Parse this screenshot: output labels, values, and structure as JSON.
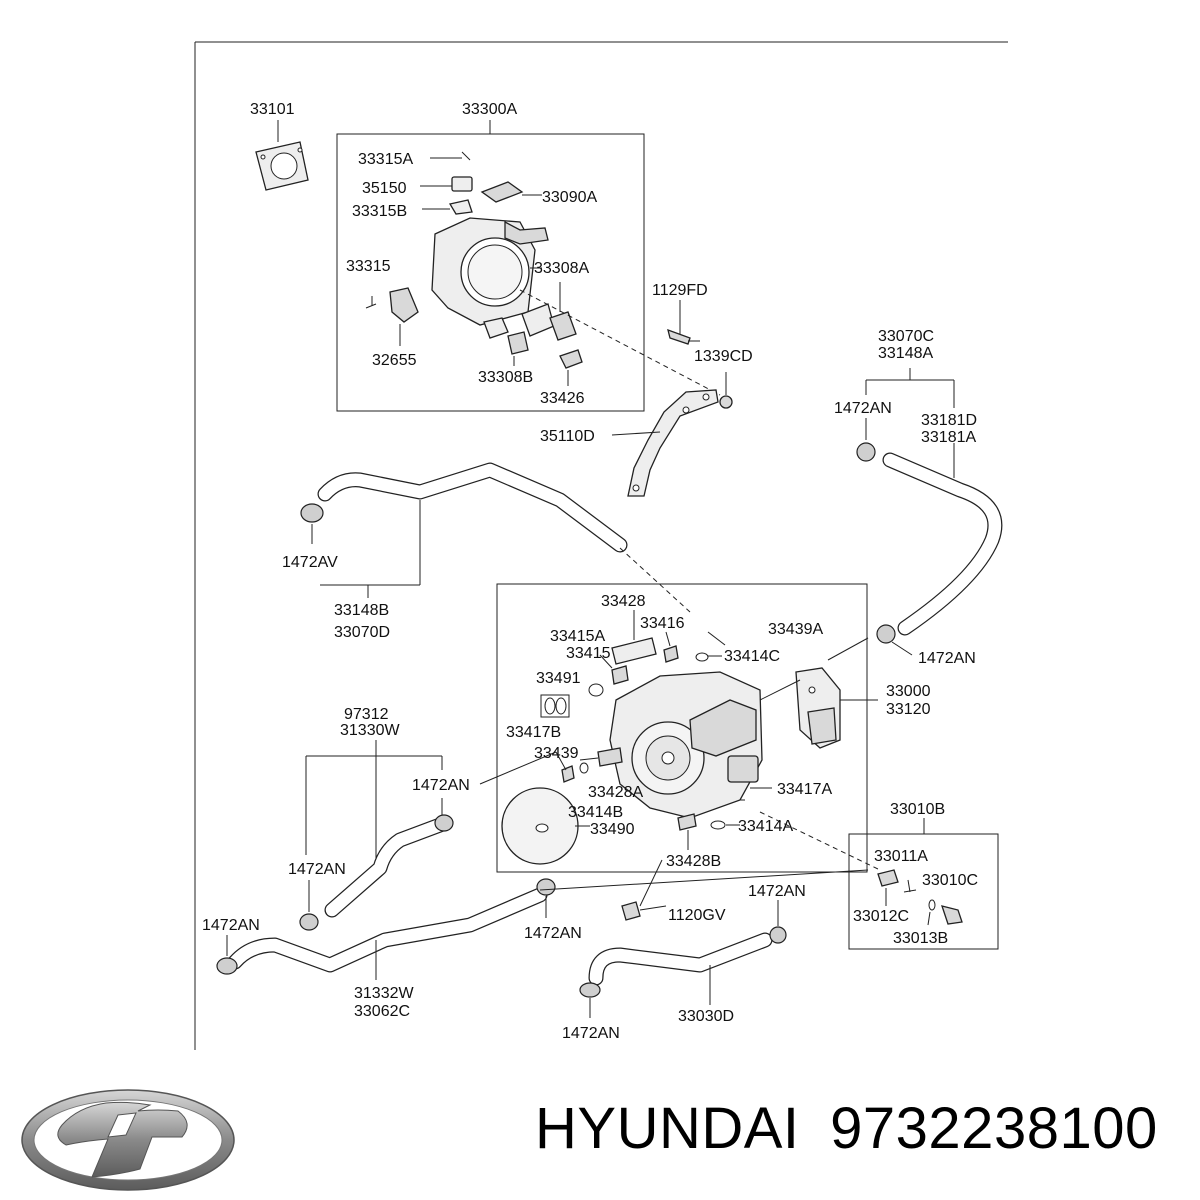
{
  "labels": {
    "p33101": "33101",
    "p33300A": "33300A",
    "p33315A": "33315A",
    "p35150": "35150",
    "p33090A": "33090A",
    "p33315B": "33315B",
    "p33315": "33315",
    "p33308A": "33308A",
    "p32655": "32655",
    "p33308B": "33308B",
    "p33426": "33426",
    "p1129FD": "1129FD",
    "p1339CD": "1339CD",
    "p35110D": "35110D",
    "p33070C": "33070C",
    "p33148A": "33148A",
    "p1472AN_a": "1472AN",
    "p33181D": "33181D",
    "p33181A": "33181A",
    "p1472AV": "1472AV",
    "p33148B": "33148B",
    "p33070D": "33070D",
    "p33428": "33428",
    "p33415A": "33415A",
    "p33416": "33416",
    "p33439A": "33439A",
    "p33415": "33415",
    "p33414C": "33414C",
    "p1472AN_b": "1472AN",
    "p33491": "33491",
    "p33000": "33000",
    "p33120": "33120",
    "p97312": "97312",
    "p31330W": "31330W",
    "p33417B": "33417B",
    "p33439": "33439",
    "p1472AN_c": "1472AN",
    "p33428A": "33428A",
    "p33417A": "33417A",
    "p33414B": "33414B",
    "p33490": "33490",
    "p33414A": "33414A",
    "p33010B": "33010B",
    "p1472AN_d": "1472AN",
    "p33428B": "33428B",
    "p33011A": "33011A",
    "p33010C": "33010C",
    "p1472AN_e": "1472AN",
    "p33012C": "33012C",
    "p1120GV": "1120GV",
    "p33013B": "33013B",
    "p1472AN_f": "1472AN",
    "p1472AN_g": "1472AN",
    "p31332W": "31332W",
    "p33062C": "33062C",
    "p1472AN_h": "1472AN",
    "p33030D": "33030D"
  },
  "footer": {
    "brand": "HYUNDAI",
    "part_number": "9732238100"
  },
  "logo": {
    "name": "hyundai-logo",
    "color": "#8a8a8a"
  }
}
